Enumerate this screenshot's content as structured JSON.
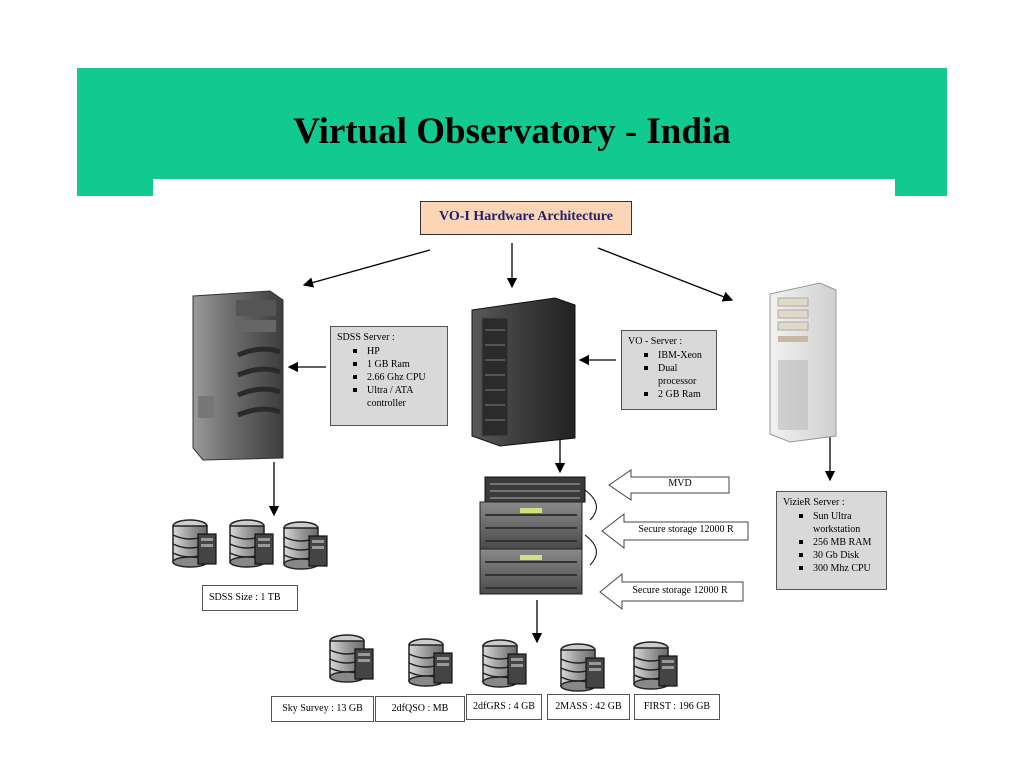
{
  "title": "Virtual Observatory - India",
  "architecture_label": "VO-I Hardware Architecture",
  "sdss_server": {
    "heading": "SDSS  Server :",
    "items": [
      "HP",
      "1 GB Ram",
      " 2.66  Ghz CPU",
      "Ultra / ATA controller"
    ]
  },
  "vo_server": {
    "heading": "VO - Server :",
    "items": [
      "IBM-Xeon",
      "Dual processor",
      "2 GB Ram"
    ]
  },
  "vizier_server": {
    "heading": "VizieR Server :",
    "items": [
      "Sun Ultra workstation",
      "256 MB RAM",
      "30 Gb Disk",
      "300 Mhz CPU"
    ]
  },
  "storage_arrows": {
    "mvd": "MVD",
    "secure1": "Secure storage 12000 R",
    "secure2": "Secure storage 12000 R"
  },
  "sdss_size": "SDSS Size : 1 TB",
  "databases": {
    "sky_survey": "Sky Survey : 13 GB",
    "qso": "2dfQSO :    MB",
    "grs": "2dfGRS : 4 GB",
    "twomass": "2MASS : 42 GB",
    "first": "FIRST : 196 GB"
  },
  "colors": {
    "banner": "#12c98f",
    "arch_box": "#fbd5b5",
    "arch_text": "#1f1f6f",
    "spec_bg": "#d9d9d9"
  }
}
